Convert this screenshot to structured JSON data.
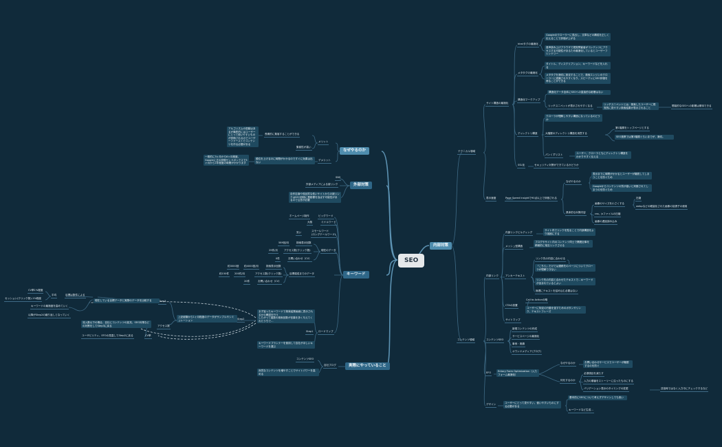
{
  "root": "SEO",
  "right": {
    "naibu": "内部対策",
    "technical": "テクニカル領域",
    "site_structure": "サイト構造の最適化",
    "html_tags": "htmlタグの最適化",
    "html_a": "Googleのクローラーに見出し、文章などの構成を正しく伝えることで評価が上がる",
    "html_b": "音声読み上げブラウザで視覚障害者がコンテンツにアクセスする可能性があるため最適化しているとユーザーフレンドリー",
    "meta_tags": "メタタグの最適化",
    "meta_a": "タイトル、ディスクリプション、キーワードなどを入れる",
    "meta_b": "メタタグを適切に設定することで、検索エンジンのクローラーに認識されやすくなり、スピーディにSEO評価を得ることができる",
    "structured": "構造化マークアップ",
    "struct_a": "構造化データ自体にSEOへの直接的な影響はない",
    "struct_b": "リッチスニペットが表示されやすくなる",
    "struct_c": "リッチスニペットとは、検索したユーザーに視覚的に見やすい検索結果が表示されること",
    "struct_d": "間接的なSEOへの影響は期待できる",
    "directory": "ディレクトリ構造",
    "dir_a": "クローラが理解しやすい構造になっているのどうか",
    "dir_b": "大階層のディレクトリ構造を用意する",
    "dir_c": "第1階層をトップページとする",
    "dir_d": "SEO施策では第3階層ぐらいまでが、適切。",
    "dir_e": "パンくずリスト",
    "dir_f": "ユーザー、クローラともにディレクトリ構造をわかりやすく伝える",
    "ssl": "SSL化",
    "ssl_a": "セキュリティ対策ができているかどうか",
    "speed": "表示速度",
    "speed_a": "Page Speed Insightで90点以上で評価される",
    "why": "なぜやるのか",
    "why_a": "表示までに時間がかかるとユーザーが離脱してしまうことを防ぐため",
    "why_b": "Googleからコンテンツの質が高いと判断されてしまうのを防ぐため",
    "concrete": "具体的な対策内容",
    "conc_a": "画像のサイズを小さくする",
    "conc_b": "圧縮",
    "conc_c": "webpなどの軽量化された画像の拡張子の使用",
    "conc_d": "css、jsファイルの圧縮",
    "conc_e": "画像の遅延読み込み",
    "content": "コンテンツ領域",
    "internal_link": "内部リンク",
    "il_a": "内部リンクビルディング",
    "il_b": "サイト内でリンクを貼ることで内部構造をより強固にする",
    "il_c": "メッシュ型構造",
    "il_d": "ブログやサイト内のコンテンツ同士で関連記事を積極的に相互リンクさせる",
    "anchor": "アンカーテキスト",
    "anchor_a": "リンク先の内容に合わせる",
    "anchor_b": "「こちら」だけでは遷移先のページについてクローラが理解できない",
    "anchor_c": "リンク先の内容と合わせたテキストで…キーワードが含まれているとよい",
    "anchor_d": "無理にテキストを詰め込む必要はない",
    "cta": "CTAの設置",
    "cta_a": "Call to Actionの略",
    "cta_b": "ユーザーに特定の行動を促すためのボタンやリンク、テキストフレーズ",
    "sitemap": "サイトマップ",
    "content_seo": "コンテンツSEO",
    "cs_a": "新規コンテンツの作成",
    "cs_b": "サービスページの最適化",
    "cs_c": "事例・実績",
    "cs_d": "オウンドメディア(ブログ)",
    "efo": "EFO",
    "efo_a": "Entory Form Optimization（入力フォーム最適化）",
    "efo_b": "なぜやるのか",
    "efo_c": "お問い合わせサービスでユーザーが離脱するのを防ぐ",
    "efo_d": "何をするのか",
    "efo_e": "必須項目を減らす",
    "efo_f": "入力の順番をストーリーに沿ったものにする",
    "efo_g": "バリデーション表示のタイミングの変更",
    "efo_h": "送信時ではなく入力中にチェックするなど",
    "design": "デザイン",
    "design_a": "ユーザーにとって見やすい、使いやすいものにする必要がある",
    "design_b": "基本的にSEOについて考えずデザインしても良い",
    "design_c": "キーワードなど生成…"
  },
  "left": {
    "why_do": "なぜやるのか",
    "merit": "メリット",
    "merit_a": "長期的に集客することができる",
    "merit_b": "アルゴリズムの変動はあるが最終的にはユーザーにとって使いやすいものが評価されるのでユーザーファーストでコンテンツを作る必要がある",
    "merit_c": "集客性が高い",
    "demerit": "デメリット",
    "demerit_a": "順位を上げるのに時間がかかるのですぐに効果は出ない",
    "demerit_b": "一般的に3ヶ月から6ヶ月程度、Googleに正の評価サンドボックスで3ヶ月から1年程度の時間がかかります",
    "gaibu": "外部対策",
    "gaibu_a": "SNS",
    "gaibu_b": "外部メディアによる被リンク",
    "gaibu_c": "自作自演や低品質な低いサイトからの被リンクはSEO評価に悪影響を及ぼす可能性があるので注意が必要",
    "keyword": "キーワード",
    "bigword": "ビッグワード",
    "bw_a": "ホームページ制作",
    "middle": "ミドルワード",
    "md_a": "大阪",
    "small": "スモールワード\n(ロングテールワード)",
    "sm_a": "安い",
    "kw_data": "現在のデータ",
    "kwd_a": "検索表示回数",
    "kwd_a_v": "589回/月",
    "kwd_b": "アクセス数(クリック数)",
    "kwd_b_v": "29件/月",
    "kwd_c": "お問い合わせ（CV）",
    "kwd_c_v": "0件",
    "goal": "目標達成までのデータ",
    "goal_a": "検索表示回数",
    "goal_a_v": "約3000回",
    "goal_a_v2": "約4000回/月",
    "goal_b": "アクセス数(クリック数)",
    "goal_b_v": "約150件",
    "goal_b_v2": "200件/月",
    "goal_c": "お問い合わせ（CV）",
    "goal_c_v": "20件",
    "roadmap": "ロードマップ",
    "step1": "Step1",
    "step1_a": "まず狙ったキーワードで検索結果画面に表示されるかの確認を行う\nしたがって複数の検索回数が言葉を多く与えてくれたうちで…",
    "step1_b": "キーワードプランナーを使用して自社がほしいキーワードを選ぶ",
    "step2": "Step2",
    "step2_a": "上記経験から1ヶ月程度のデータがサンプルやシミュレーション",
    "step2_b": "アクセス数",
    "step2_c": "CV率",
    "step2_d": "流入数以下の場合、自社にコンテンツの拡充、SEO対策などの対策をしてStep3に戻る",
    "step2_e": "ユーザビリティ、EFOの見直してStep2に戻る",
    "step3": "Step3",
    "step3_a": "現在している目標データと実際のデータを比較する",
    "step3_b": "平均",
    "step3_c": "CV率1%程度",
    "step3_d": "セッション(クリック数)-1%程度",
    "step3_e": "目標は数件による",
    "step3_f": "キーワードの最適度を高めていく",
    "step3_g": "以降がStep2の繰り返しとなっていく",
    "practice": "実際にやっていること",
    "pr_a": "自社ブログ",
    "pr_b": "コンテンツSEO",
    "pr_c": "良質なコンテンツを増やすことでサイトパワーを高める"
  }
}
